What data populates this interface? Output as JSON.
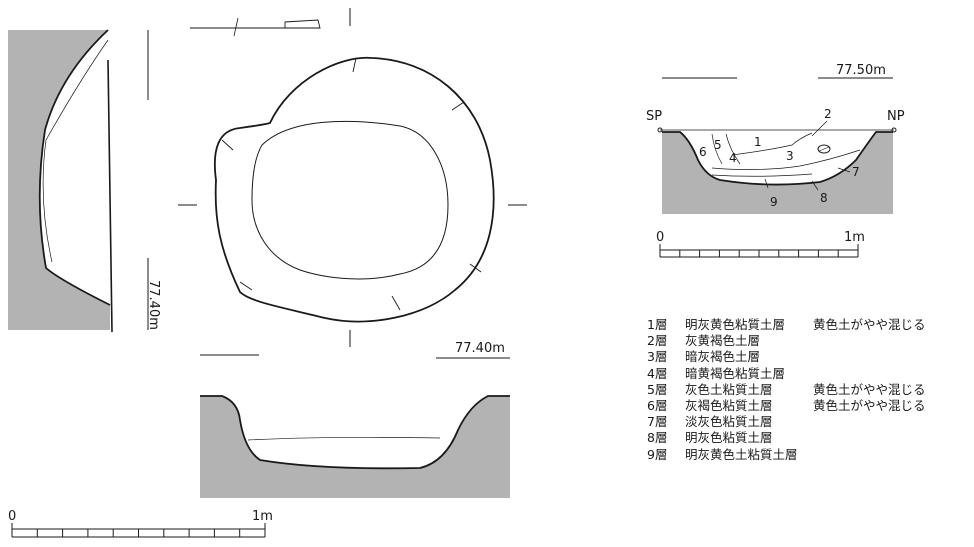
{
  "plan": {
    "elevation_label": "77.40m",
    "side_elevation_label": "77.40m",
    "scale": {
      "start": "0",
      "end": "1m"
    }
  },
  "section": {
    "elevation_label": "77.50m",
    "left_point": "SP",
    "right_point": "NP",
    "layer_numbers": [
      "1",
      "2",
      "3",
      "4",
      "5",
      "6",
      "7",
      "8",
      "9"
    ],
    "scale": {
      "start": "0",
      "end": "1m"
    }
  },
  "legend": [
    {
      "num": "1層",
      "desc": "明灰黄色粘質土層",
      "note": "黄色土がやや混じる"
    },
    {
      "num": "2層",
      "desc": "灰黄褐色土層",
      "note": ""
    },
    {
      "num": "3層",
      "desc": "暗灰褐色土層",
      "note": ""
    },
    {
      "num": "4層",
      "desc": "暗黄褐色粘質土層",
      "note": ""
    },
    {
      "num": "5層",
      "desc": "灰色土粘質土層",
      "note": "黄色土がやや混じる"
    },
    {
      "num": "6層",
      "desc": "灰褐色粘質土層",
      "note": "黄色土がやや混じる"
    },
    {
      "num": "7層",
      "desc": "淡灰色粘質土層",
      "note": ""
    },
    {
      "num": "8層",
      "desc": "明灰色粘質土層",
      "note": ""
    },
    {
      "num": "9層",
      "desc": "明灰黄色土粘質土層",
      "note": ""
    }
  ],
  "colors": {
    "line": "#1a1a1a",
    "soil_fill": "#b3b3b3",
    "background": "#ffffff"
  }
}
